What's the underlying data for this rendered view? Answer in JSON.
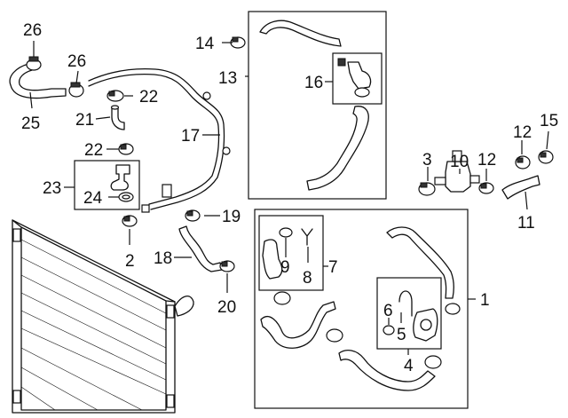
{
  "callouts": {
    "c1": "1",
    "c2": "2",
    "c3": "3",
    "c4": "4",
    "c5": "5",
    "c6": "6",
    "c7": "7",
    "c8": "8",
    "c9": "9",
    "c10": "10",
    "c11": "11",
    "c12a": "12",
    "c12b": "12",
    "c13": "13",
    "c14": "14",
    "c15": "15",
    "c16": "16",
    "c17": "17",
    "c18": "18",
    "c19": "19",
    "c20": "20",
    "c21": "21",
    "c22a": "22",
    "c22b": "22",
    "c23": "23",
    "c24": "24",
    "c25": "25",
    "c26a": "26",
    "c26b": "26"
  }
}
